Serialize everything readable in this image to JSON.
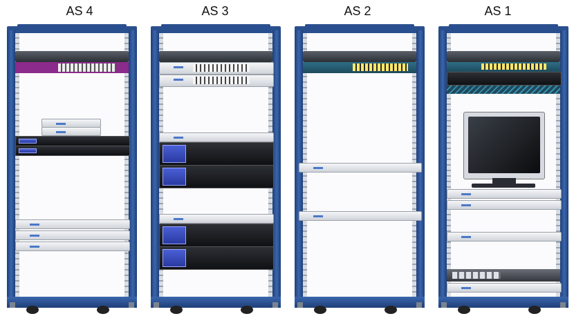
{
  "racks": [
    {
      "title": "AS 4"
    },
    {
      "title": "AS 3"
    },
    {
      "title": "AS 2"
    },
    {
      "title": "AS 1"
    }
  ],
  "colors": {
    "frame": "#2a4f8f",
    "rail": "#9aa2ad",
    "device_dark": "#2b2f36",
    "server_light": "#e6e8ec",
    "accent_purple": "#8b2b8b",
    "accent_blue": "#4a5fd6"
  }
}
